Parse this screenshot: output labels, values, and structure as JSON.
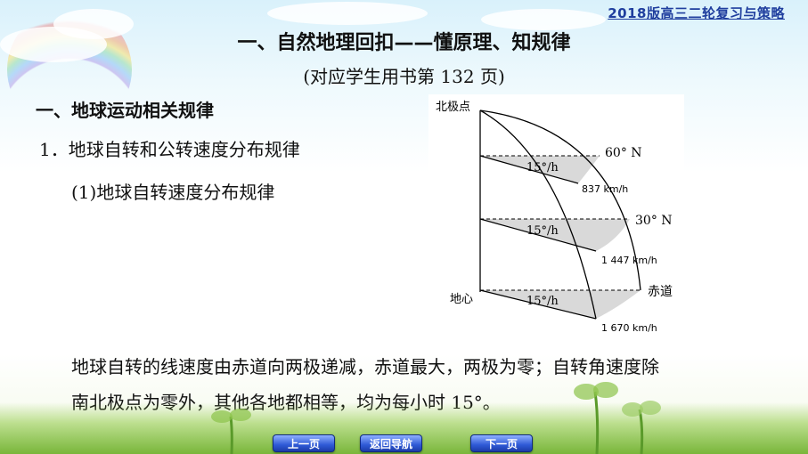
{
  "header": {
    "series_tag": "2018版高三二轮复习与策略"
  },
  "slide": {
    "title": "一、自然地理回扣——懂原理、知规律",
    "subtitle": "(对应学生用书第 132 页)",
    "section_heading": "一、地球运动相关规律",
    "subsection_heading": "1．地球自转和公转速度分布规律",
    "subsubsection_heading": "(1)地球自转速度分布规律",
    "paragraph_line1": "地球自转的线速度由赤道向两极递减，赤道最大，两极为零；自转角速度除",
    "paragraph_line2": "南北极点为零外，其他各地都相等，均为每小时 15°。"
  },
  "figure": {
    "north_pole_label": "北极点",
    "earth_center_label": "地心",
    "equator_label": "赤道",
    "lat60_label": "60° N",
    "lat30_label": "30° N",
    "angular_speed_60": "15°/h",
    "angular_speed_30": "15°/h",
    "angular_speed_eq": "15°/h",
    "linear_speed_60": "837 km/h",
    "linear_speed_30": "1 447 km/h",
    "linear_speed_eq": "1 670 km/h",
    "fill_color": "#d9d9d9",
    "stroke_color": "#000000"
  },
  "nav": {
    "prev_label": "上一页",
    "home_label": "返回导航",
    "next_label": "下一页",
    "button_color": "#2f5ad6"
  }
}
